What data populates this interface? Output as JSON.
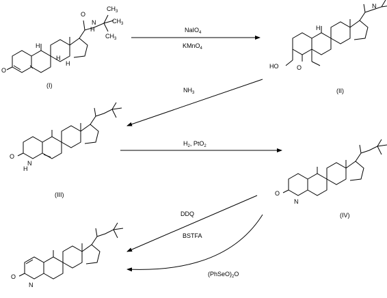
{
  "compounds": {
    "i": {
      "label": "(I)"
    },
    "ii": {
      "label": "(II)"
    },
    "iii": {
      "label": "(III)"
    },
    "iv": {
      "label": "(IV)"
    },
    "v": {
      "label": ""
    }
  },
  "atom_labels": {
    "oxygen": "O",
    "nitrogen_h": "N",
    "hydrogen": "H",
    "methyl": "CH",
    "methyl_sub": "3",
    "hooc": "HO",
    "c_h": "H",
    "ring_h": "H"
  },
  "reagents": {
    "step1_top": "NaIO",
    "step1_top_sub": "4",
    "step1_bottom": "KMnO",
    "step1_bottom_sub": "4",
    "step2": "NH",
    "step2_sub": "3",
    "step3": "H",
    "step3_sub": "2",
    "step3_rest": ", PtO",
    "step3_rest_sub": "2",
    "step4_a": "DDQ",
    "step4_b": "BSTFA",
    "step4_c": "(PhSeO)",
    "step4_c_sub": "2",
    "step4_c_rest": "O"
  },
  "colors": {
    "ink": "#000000",
    "background": "#ffffff"
  }
}
